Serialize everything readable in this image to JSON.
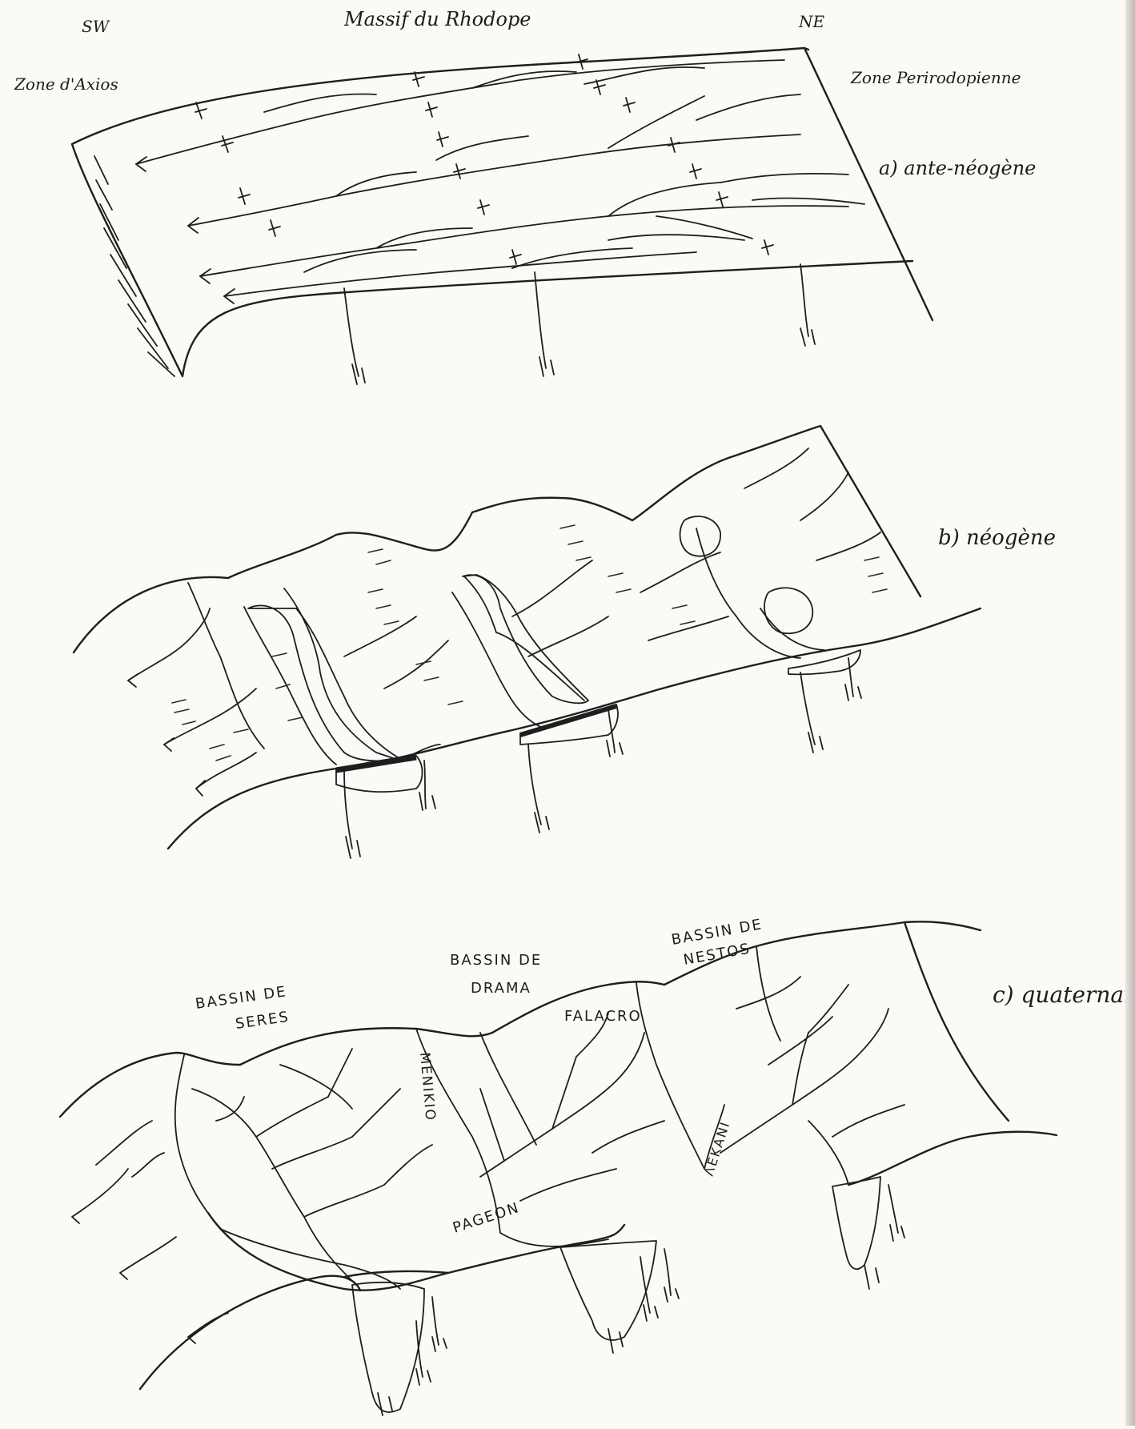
{
  "orientation": {
    "left": "SW",
    "right": "NE"
  },
  "panel_a": {
    "title": "Massif du Rhodope",
    "left_label": "Zone d'Axios",
    "right_label": "Zone Perirodopienne",
    "caption": "a) ante-néogène"
  },
  "panel_b": {
    "caption": "b) néogène"
  },
  "panel_c": {
    "caption": "c) quaternair",
    "basin_labels": {
      "seres_line1": "BASSIN DE",
      "seres_line2": "SERES",
      "drama_line1": "BASSIN DE",
      "drama_line2": "DRAMA",
      "nestos_line1": "BASSIN DE",
      "nestos_line2": "NESTOS"
    },
    "mountain_labels": {
      "falacro": "FALACRO",
      "menikio": "MENIKIO",
      "pageon": "PAGEON",
      "lekani": "ΛΕΚΑΝΙ"
    }
  },
  "colors": {
    "ink": "#1e1e1e",
    "paper": "#fbfaf7"
  }
}
